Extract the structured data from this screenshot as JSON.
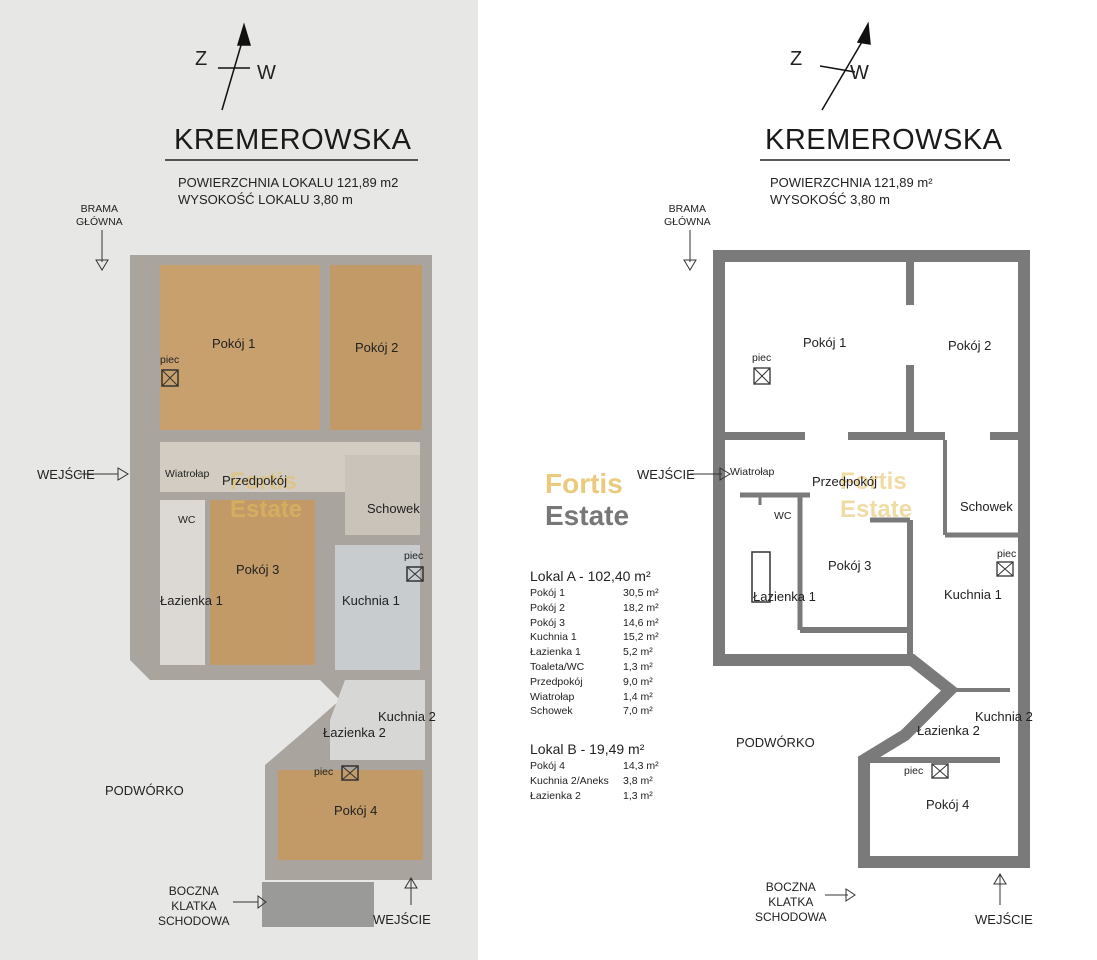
{
  "compass": {
    "left_letter": "Z",
    "right_letter": "W"
  },
  "header": {
    "title": "KREMEROWSKA",
    "left": {
      "area": "POWIERZCHNIA LOKALU 121,89 m2",
      "height": "WYSOKOŚĆ  LOKALU 3,80 m"
    },
    "right": {
      "area": "POWIERZCHNIA 121,89 m²",
      "height": "WYSOKOŚĆ  3,80 m"
    }
  },
  "labels": {
    "brama": "BRAMA",
    "glowna": "GŁÓWNA",
    "wejscie": "WEJŚCIE",
    "podworko": "PODWÓRKO",
    "boczna": "BOCZNA",
    "klatka": "KLATKA",
    "schodowa": "SCHODOWA"
  },
  "rooms": {
    "pokoj1": "Pokój 1",
    "pokoj2": "Pokój 2",
    "pokoj3": "Pokój 3",
    "pokoj4": "Pokój 4",
    "przedpokoj": "Przedpokój",
    "schowek": "Schowek",
    "kuchnia1": "Kuchnia 1",
    "kuchnia2": "Kuchnia 2",
    "lazienka1": "Łazienka 1",
    "lazienka2": "Łazienka 2",
    "wiatrolap": "Wiatrołap",
    "wc": "WC",
    "piec": "piec"
  },
  "watermark": {
    "line1": "Fortis",
    "line2": "Estate",
    "color": "#e6be5a"
  },
  "areas": {
    "lokal_a": {
      "title": "Lokal A - 102,40 m²",
      "rows": [
        {
          "name": "Pokój 1",
          "area": "30,5 m²"
        },
        {
          "name": "Pokój 2",
          "area": "18,2 m²"
        },
        {
          "name": "Pokój 3",
          "area": "14,6 m²"
        },
        {
          "name": "Kuchnia 1",
          "area": "15,2 m²"
        },
        {
          "name": "Łazienka 1",
          "area": "5,2 m²"
        },
        {
          "name": "Toaleta/WC",
          "area": "1,3 m²"
        },
        {
          "name": "Przedpokój",
          "area": "9,0 m²"
        },
        {
          "name": "Wiatrołap",
          "area": "1,4 m²"
        },
        {
          "name": "Schowek",
          "area": "7,0 m²"
        }
      ]
    },
    "lokal_b": {
      "title": "Lokal B - 19,49 m²",
      "rows": [
        {
          "name": "Pokój 4",
          "area": "14,3 m²"
        },
        {
          "name": "Kuchnia 2/Aneks",
          "area": "3,8 m²"
        },
        {
          "name": "Łazienka 2",
          "area": "1,3 m²"
        }
      ]
    }
  }
}
